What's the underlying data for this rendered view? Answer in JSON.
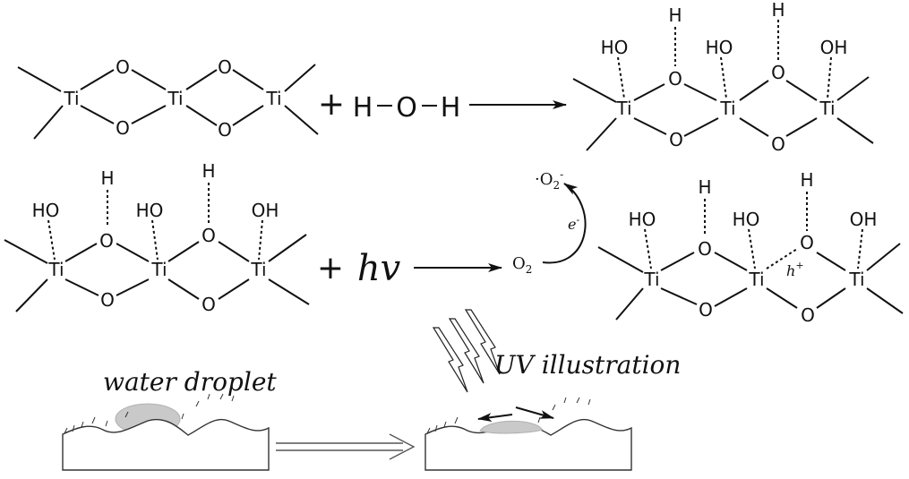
{
  "labels": {
    "ti": "Ti",
    "o": "O",
    "h": "H",
    "ho": "HO",
    "oh": "OH",
    "plus": "+",
    "water_h1": "H",
    "water_o": "O",
    "water_h2": "H",
    "hv": "hv",
    "o2": "O",
    "o2_sub": "2",
    "superoxide_dot": "·",
    "superoxide_o": "O",
    "superoxide_sub": "2",
    "superoxide_charge": "-",
    "electron": "e",
    "electron_charge": "-",
    "hole": "h",
    "hole_charge": "+",
    "uv": "UV illustration",
    "water_droplet": "water droplet"
  }
}
